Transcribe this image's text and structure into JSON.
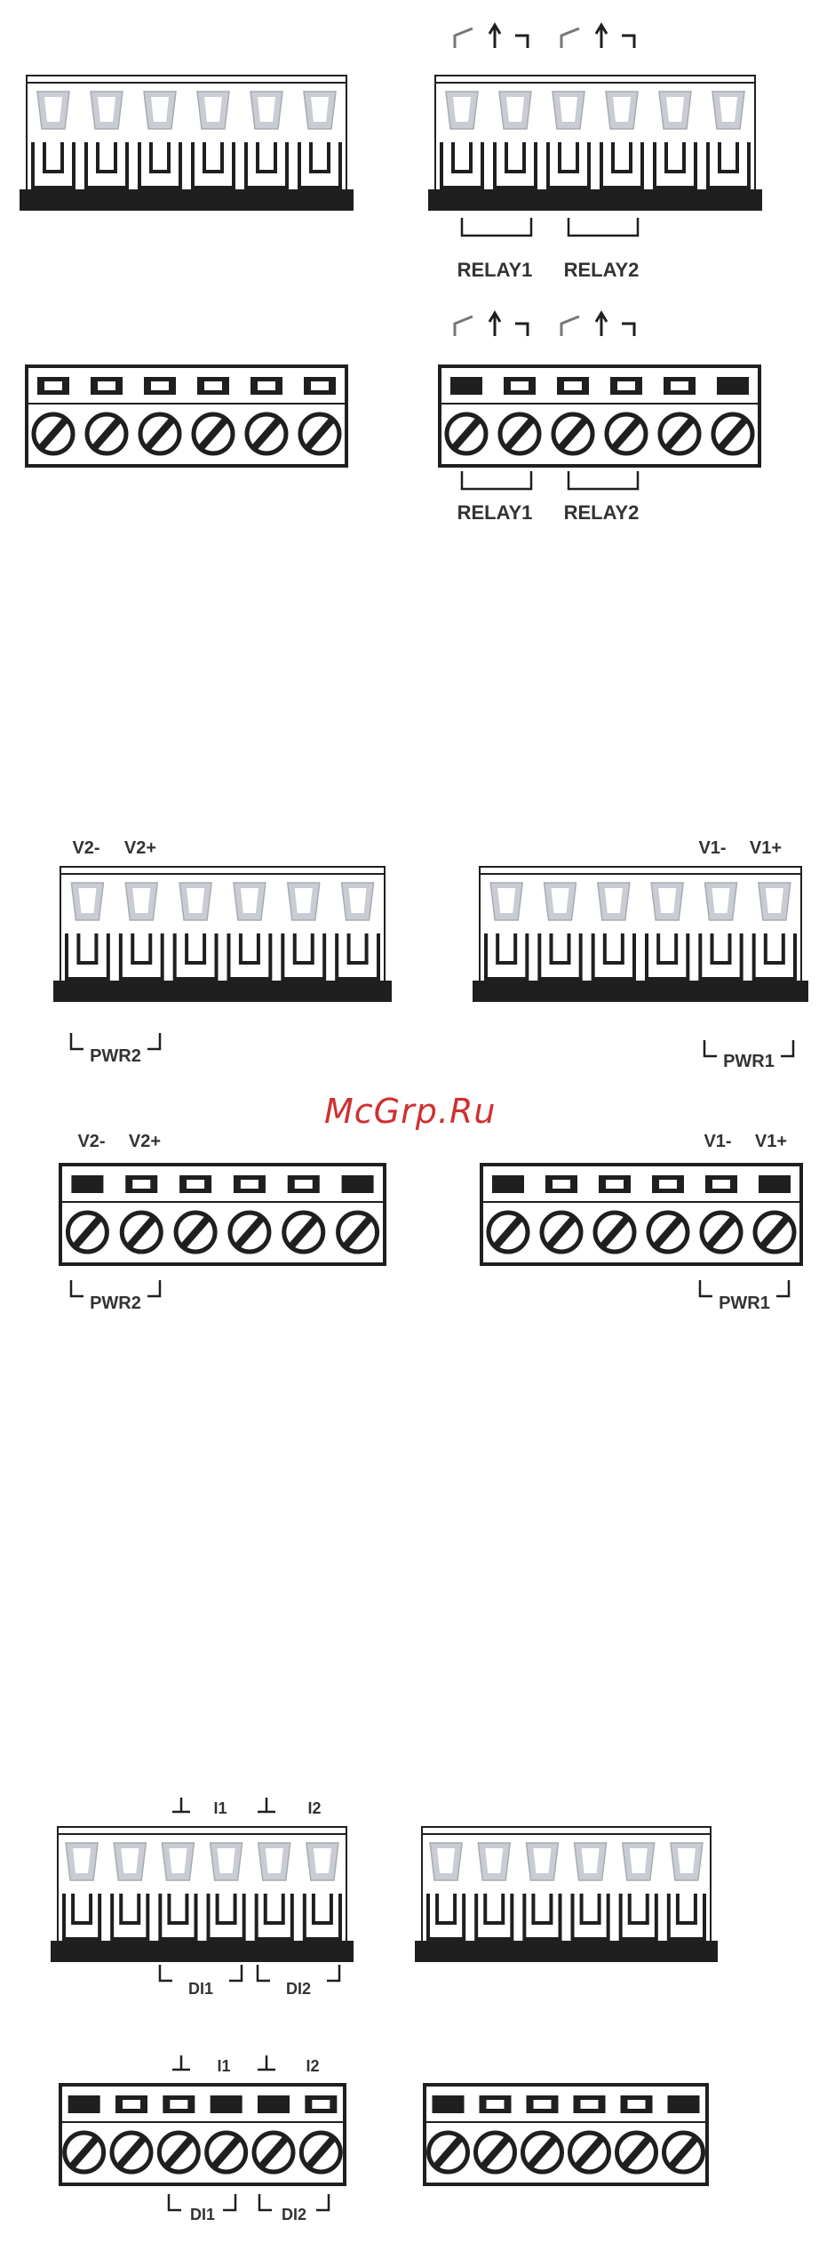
{
  "labels": {
    "relay1": "RELAY1",
    "relay2": "RELAY2",
    "v2_minus": "V2-",
    "v2_plus": "V2+",
    "v1_minus": "V1-",
    "v1_plus": "V1+",
    "pwr2": "PWR2",
    "pwr1": "PWR1",
    "i1": "I1",
    "i2": "I2",
    "di1": "DI1",
    "di2": "DI2"
  },
  "watermark": "McGrp.Ru",
  "colors": {
    "ink": "#1f1f1f",
    "bezel": "#c9cdd3",
    "watermark": "#d03030"
  },
  "terminal_count": 6
}
